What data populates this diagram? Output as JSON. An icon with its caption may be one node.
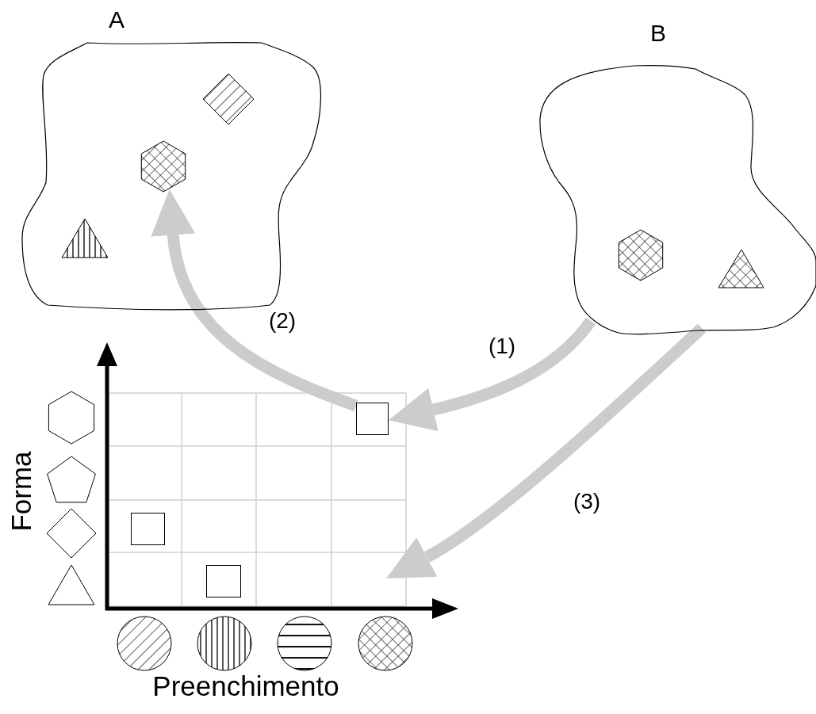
{
  "diagram": {
    "nodes": [
      {
        "text": [
          "A"
        ]
      },
      {
        "text": [
          "B"
        ]
      },
      {
        "text": [],
        "shape": "hexagon",
        "in": 0
      },
      {
        "text": [],
        "shape": "box"
      },
      {
        "text": [],
        "shape": "box"
      },
      {
        "text": [],
        "shape": "box"
      }
    ],
    "edges": [
      {
        "from": 1,
        "to": 3,
        "arrow": "to",
        "label": "(1)"
      },
      {
        "from": 3,
        "to": 2,
        "arrow": "to",
        "label": "(2)"
      },
      {
        "from": 1,
        "to": null,
        "arrow": "to",
        "label": "(3)"
      }
    ],
    "labels": [
      "Forma",
      "Preenchimento"
    ]
  }
}
